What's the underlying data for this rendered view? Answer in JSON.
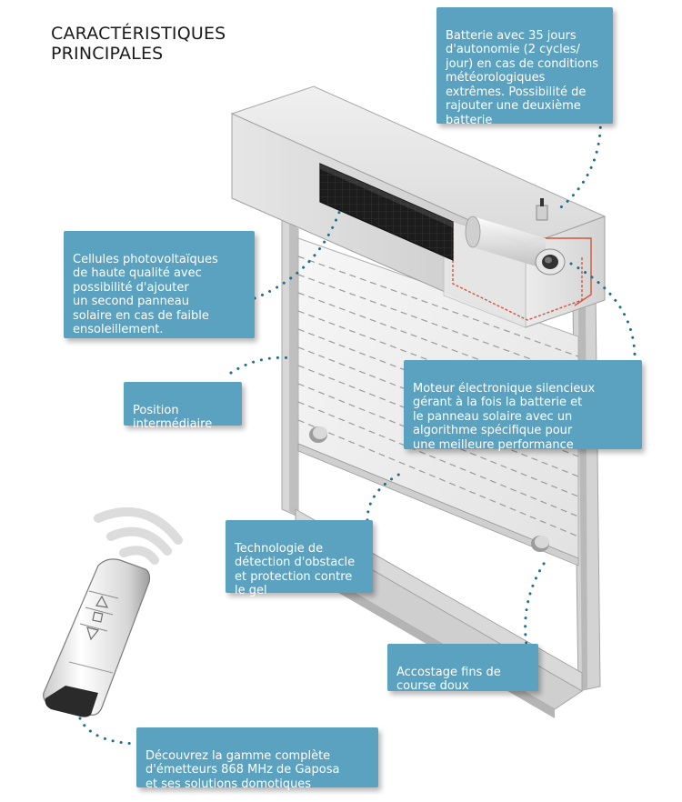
{
  "title": {
    "line1": "CARACTÉRISTIQUES",
    "line2": "PRINCIPALES"
  },
  "callouts": {
    "battery": "Batterie avec 35 jours\nd'autonomie (2 cycles/\njour) en cas de conditions\nmétéorologiques\nextrêmes. Possibilité de\nrajouter une deuxième\nbatterie",
    "solar": "Cellules photovoltaïques\nde haute qualité avec\npossibilité d'ajouter\nun second panneau\nsolaire en cas de faible\nensoleillement.",
    "position": "Position\nintermédiaire",
    "motor": "Moteur électronique silencieux\ngérant à la fois la batterie et\nle panneau solaire avec un\nalgorithme spécifique pour\nune meilleure performance",
    "obstacle": "Technologie de\ndétection d'obstacle\net protection contre\nle gel",
    "endstop": "Accostage fins de\ncourse doux",
    "remote": "Découvrez la gamme complète\nd'émetteurs 868 MHz de Gaposa\net ses solutions domotiques"
  },
  "colors": {
    "callout_bg": "#5ba2c0",
    "dotted_line": "#1f6f8b",
    "box_body": "#dcdcdc",
    "solar_panel": "#1e1e1e",
    "wiring": "#d2553a"
  },
  "icons": {
    "wireless": "wifi-signal-icon",
    "remote_up": "triangle-up-icon",
    "remote_stop": "square-stop-icon",
    "remote_down": "triangle-down-icon"
  }
}
